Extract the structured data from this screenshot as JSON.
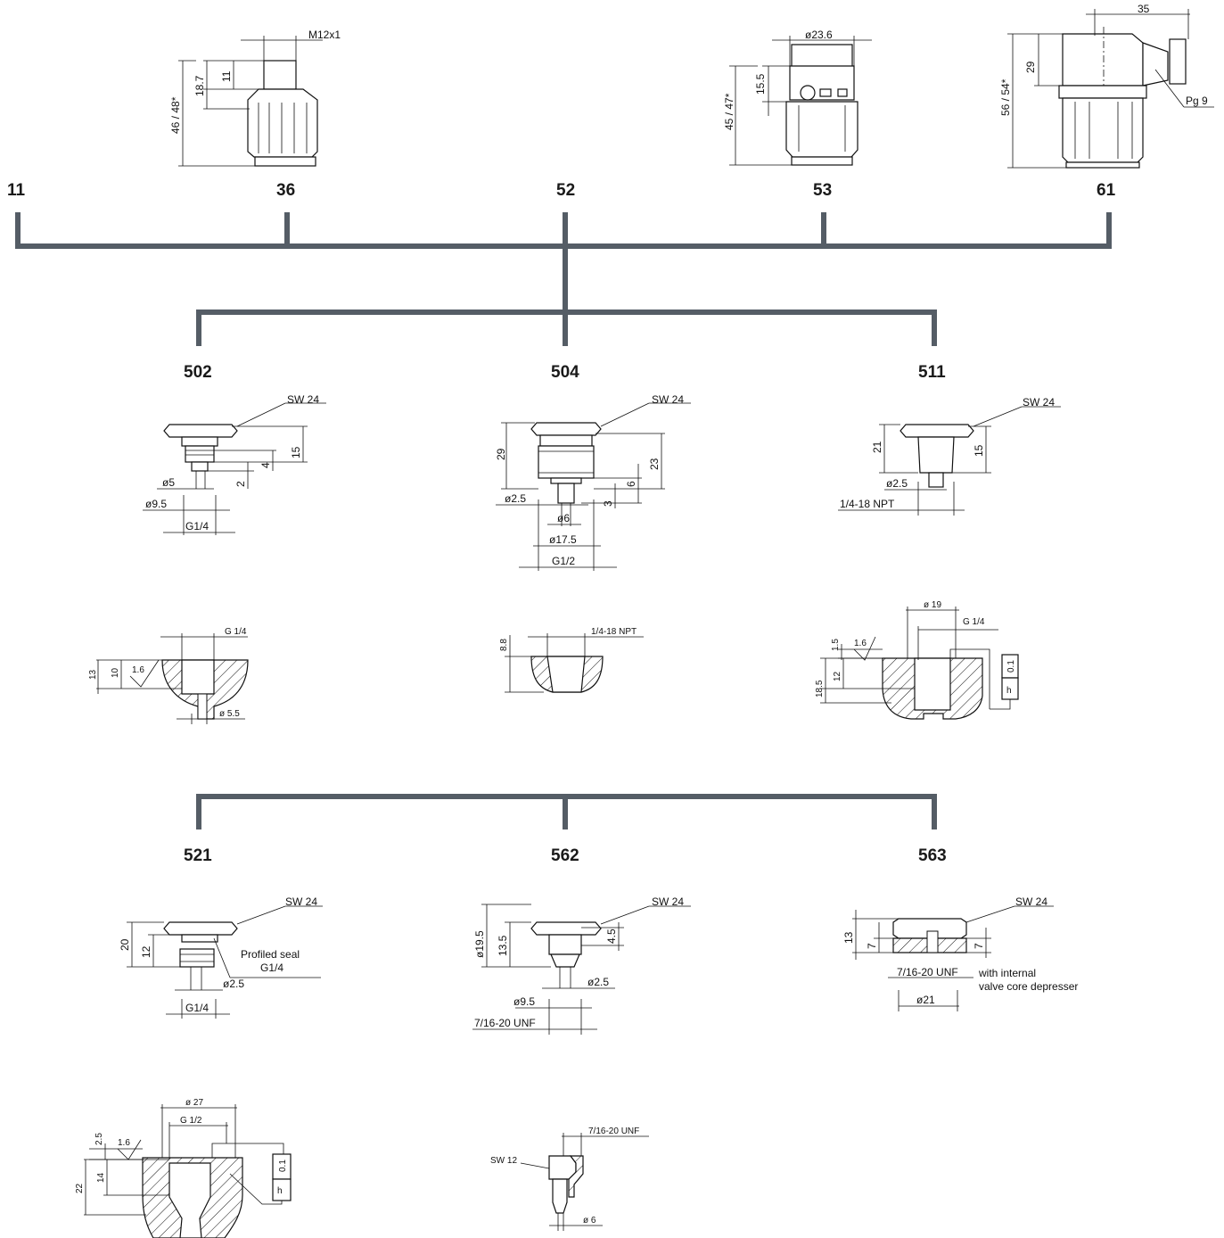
{
  "codes": {
    "c11": "11",
    "c36": "36",
    "c52": "52",
    "c53": "53",
    "c61": "61",
    "c502": "502",
    "c504": "504",
    "c511": "511",
    "c521": "521",
    "c562": "562",
    "c563": "563"
  },
  "top": {
    "m12": "M12x1",
    "d187": "18.7",
    "d11": "11",
    "d4648": "46 / 48*",
    "d236": "ø23.6",
    "d155": "15.5",
    "d4547": "45 / 47*",
    "d35": "35",
    "d29": "29",
    "d5654": "56 / 54*",
    "pg9": "Pg 9"
  },
  "p502": {
    "sw": "SW 24",
    "d15": "15",
    "d4": "4",
    "d2": "2",
    "d5": "ø5",
    "d95": "ø9.5",
    "g14": "G1/4",
    "s_g14": "G 1/4",
    "s13": "13",
    "s10": "10",
    "s16": "1.6",
    "s55": "ø 5.5"
  },
  "p504": {
    "sw": "SW 24",
    "d29": "29",
    "d23": "23",
    "d6": "6",
    "d3": "3",
    "d25": "ø2.5",
    "d6b": "ø6",
    "d175": "ø17.5",
    "g12": "G1/2",
    "s_npt": "1/4-18 NPT",
    "s88": "8.8"
  },
  "p511": {
    "sw": "SW 24",
    "d21": "21",
    "d15": "15",
    "d25": "ø2.5",
    "npt": "1/4-18 NPT",
    "s19": "ø 19",
    "s_g14": "G 1/4",
    "s15": "1.5",
    "s16": "1.6",
    "s12": "12",
    "s185": "18.5",
    "s01": "0.1",
    "sh": "h"
  },
  "p521": {
    "sw": "SW 24",
    "d20": "20",
    "d12": "12",
    "seal": "Profiled seal",
    "g14a": "G1/4",
    "d25": "ø2.5",
    "g14": "G1/4",
    "s27": "ø 27",
    "s_g12": "G 1/2",
    "s25": "2.5",
    "s16": "1.6",
    "s22": "22",
    "s14": "14",
    "s01": "0.1",
    "sh": "h"
  },
  "p562": {
    "sw": "SW 24",
    "d195": "ø19.5",
    "d135": "13.5",
    "d45": "4.5",
    "d25": "ø2.5",
    "d95": "ø9.5",
    "unf": "7/16-20 UNF",
    "s_unf": "7/16-20 UNF",
    "s_sw12": "SW 12",
    "s6": "ø 6"
  },
  "p563": {
    "sw": "SW 24",
    "d13": "13",
    "d7a": "7",
    "d7b": "7",
    "unf": "7/16-20 UNF",
    "note1": "with internal",
    "note2": "valve core depresser",
    "d21": "ø21"
  },
  "colors": {
    "tree": "#555d66",
    "line": "#111111"
  }
}
